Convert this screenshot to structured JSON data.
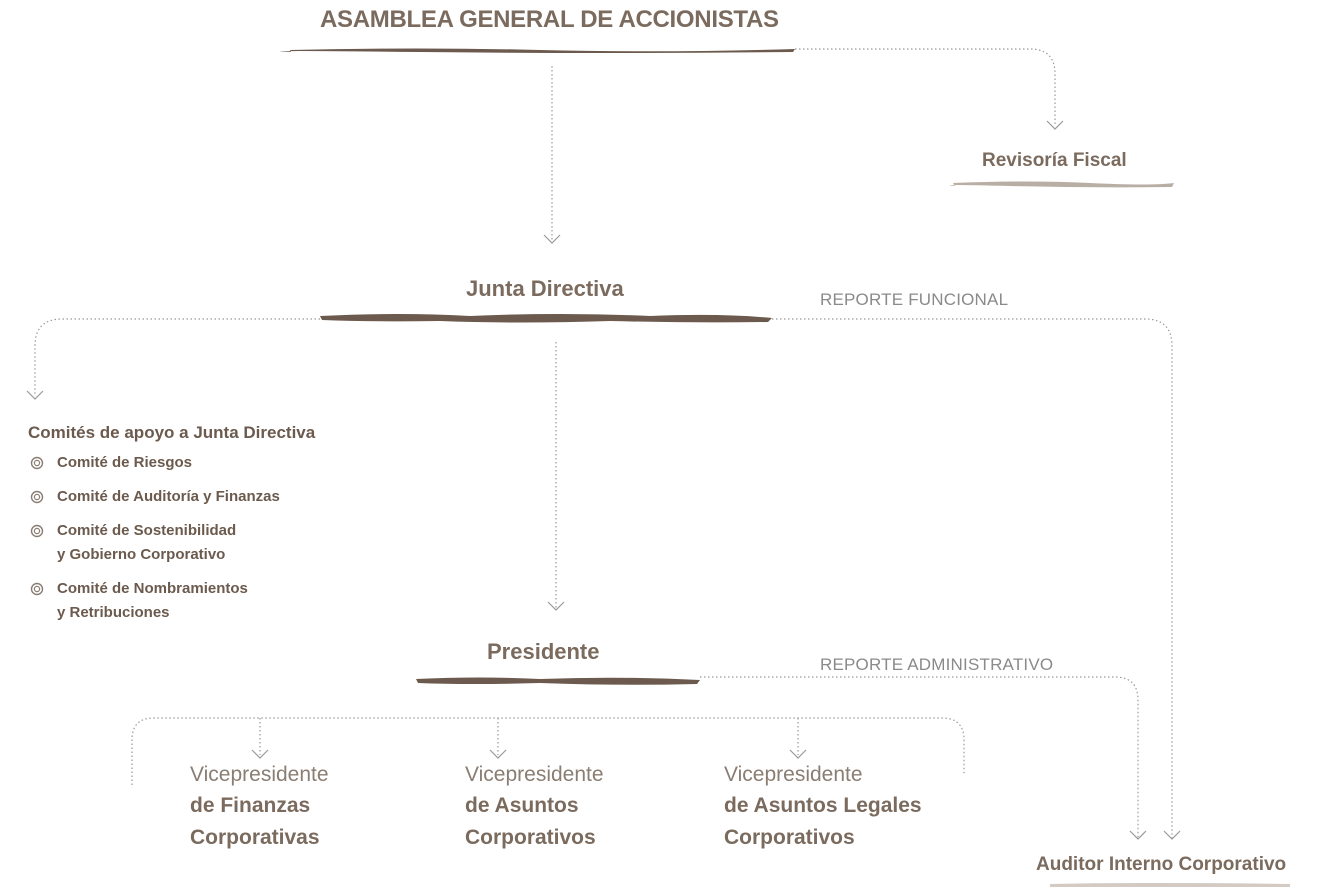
{
  "nodes": {
    "asamblea": "ASAMBLEA GENERAL DE ACCIONISTAS",
    "revisoria": "Revisoría Fiscal",
    "junta": "Junta Directiva",
    "presidente": "Presidente",
    "auditor": "Auditor Interno Corporativo"
  },
  "labels": {
    "reporte_funcional": "REPORTE FUNCIONAL",
    "reporte_administrativo": "REPORTE ADMINISTRATIVO"
  },
  "comites": {
    "title": "Comités de apoyo a  Junta Directiva",
    "items": [
      {
        "line1": "Comité de Riesgos",
        "line2": ""
      },
      {
        "line1": "Comité de Auditoría y Finanzas",
        "line2": ""
      },
      {
        "line1": "Comité de Sostenibilidad",
        "line2": "y Gobierno Corporativo"
      },
      {
        "line1": "Comité de Nombramientos",
        "line2": "y Retribuciones"
      }
    ]
  },
  "vicepresidentes": [
    {
      "title": "Vicepresidente",
      "line1": "de Finanzas",
      "line2": "Corporativas"
    },
    {
      "title": "Vicepresidente",
      "line1": "de Asuntos",
      "line2": "Corporativos"
    },
    {
      "title": "Vicepresidente",
      "line1": "de Asuntos Legales",
      "line2": "Corporativos"
    }
  ],
  "colors": {
    "title_text": "#7b6b5e",
    "stroke_dark": "#6b5a4d",
    "stroke_light": "#b9aea4",
    "connector": "#9a9a9a",
    "label_text": "#8a8a8a"
  }
}
